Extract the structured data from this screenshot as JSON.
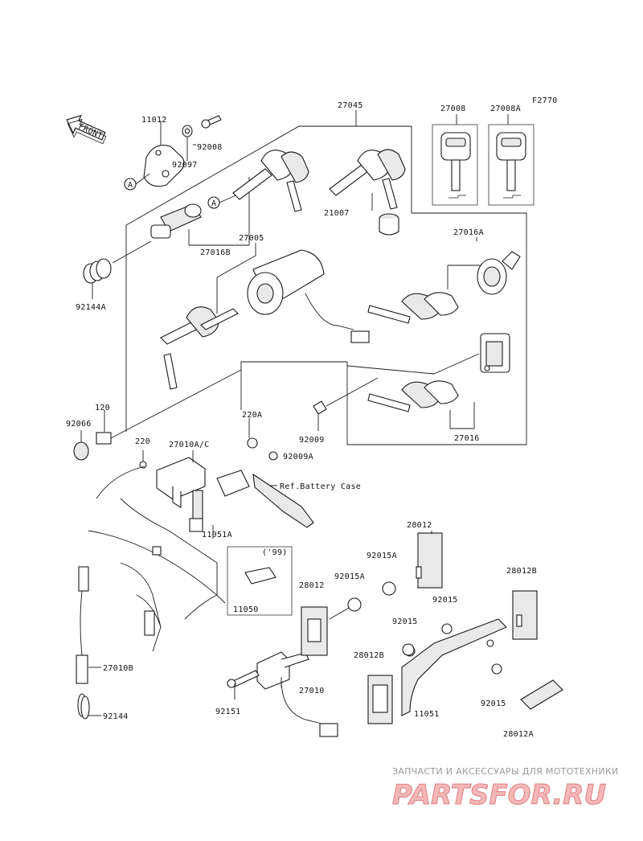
{
  "figure_code": "F2770",
  "front_arrow": "FRONT",
  "labels": {
    "p11012": "11012",
    "p92008": "92008",
    "p92097": "92097",
    "p27045": "27045",
    "p27008": "27008",
    "p27008A": "27008A",
    "p21007": "21007",
    "p27016B": "27016B",
    "p27005": "27005",
    "p27016A": "27016A",
    "p92144A": "92144A",
    "p120": "120",
    "p92066": "92066",
    "p220A": "220A",
    "p92009": "92009",
    "p27016": "27016",
    "p220": "220",
    "p27010AC": "27010A/C",
    "p92009A": "92009A",
    "ref_battery": "Ref.Battery Case",
    "p11051A": "11051A",
    "p99": "('99)",
    "p11050": "11050",
    "p28012a": "28012",
    "p92015A_a": "92015A",
    "p92015_a": "92015",
    "p28012b": "28012",
    "p92015A_b": "92015A",
    "p28012B_a": "28012B",
    "p92015_b": "92015",
    "p28012B_b": "28012B",
    "p27010B": "27010B",
    "p92144": "92144",
    "p27010": "27010",
    "p92151": "92151",
    "p11051": "11051",
    "p92015_c": "92015",
    "p28012A": "28012A",
    "callout_A": "A"
  },
  "watermark": {
    "tagline": "ЗАПЧАСТИ И АКСЕССУАРЫ ДЛЯ МОТОТЕХНИКИ",
    "logo": "PARTSFOR.RU"
  }
}
